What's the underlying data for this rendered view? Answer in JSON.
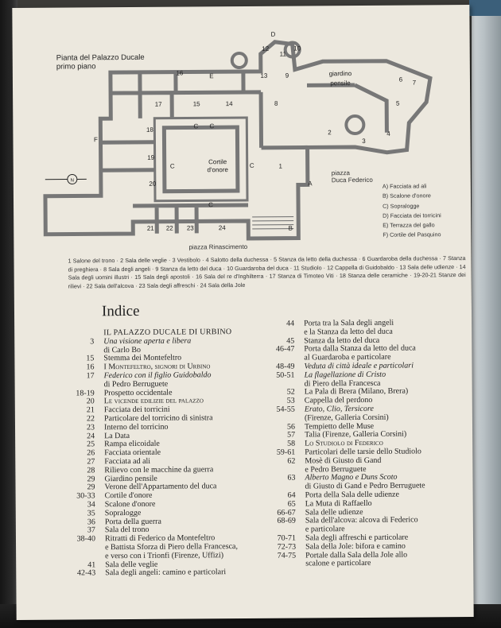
{
  "plan": {
    "title_line1": "Pianta del Palazzo Ducale",
    "title_line2": "primo piano",
    "rooms": [
      "D",
      "12",
      "11",
      "10",
      "16",
      "E",
      "13",
      "9",
      "giardino",
      "pensile",
      "7",
      "6",
      "5",
      "17",
      "15",
      "14",
      "8",
      "18",
      "C",
      "C",
      "2",
      "F",
      "3",
      "4",
      "19",
      "Cortile",
      "d'onore",
      "C",
      "C",
      "1",
      "A",
      "20",
      "N",
      "C",
      "21",
      "22",
      "23",
      "24",
      "B"
    ],
    "legend": [
      "A) Facciata ad ali",
      "B) Scalone d'onore",
      "C) Sopralogge",
      "D) Facciata dei torricini",
      "E) Terrazza del gallo",
      "F) Cortile del Pasquino"
    ],
    "piazza_federico_1": "piazza",
    "piazza_federico_2": "Duca Federico",
    "piazza_rinascimento": "piazza Rinascimento",
    "caption": "1 Salone del trono · 2 Sala delle veglie · 3 Vestibolo · 4 Salotto della duchessa · 5 Stanza da letto della duchessa · 6 Guardaroba della duchessa · 7 Stanza di preghiera · 8 Sala degli angeli · 9 Stanza da letto del duca · 10 Guardaroba del duca · 11 Studiolo · 12 Cappella di Guidobaldo · 13 Sala delle udienze · 14 Sala degli uomini illustri · 15 Sala degli apostoli · 16 Sala del re d'Inghilterra · 17 Stanza di Timoteo Viti · 18 Stanza delle ceramiche · 19-20-21 Stanze dei rilievi · 22 Sala dell'alcova · 23 Sala degli affreschi · 24 Sala della Jole"
  },
  "indice": {
    "title": "Indice",
    "left": [
      {
        "n": "",
        "t": "IL PALAZZO DUCALE DI URBINO",
        "s": "head"
      },
      {
        "n": "3",
        "t": "Una visione aperta e libera",
        "s": "it"
      },
      {
        "n": "",
        "t": "di Carlo Bo",
        "s": ""
      },
      {
        "n": "15",
        "t": "Stemma dei Montefeltro",
        "s": ""
      },
      {
        "n": "16",
        "t": "I Montefeltro, signori di Urbino",
        "s": "sc"
      },
      {
        "n": "17",
        "t": "Federico con il figlio Guidobaldo",
        "s": "it"
      },
      {
        "n": "",
        "t": "di Pedro Berruguete",
        "s": ""
      },
      {
        "n": "18-19",
        "t": "Prospetto occidentale",
        "s": ""
      },
      {
        "n": "20",
        "t": "Le vicende edilizie del palazzo",
        "s": "sc"
      },
      {
        "n": "21",
        "t": "Facciata dei torricini",
        "s": ""
      },
      {
        "n": "22",
        "t": "Particolare del torricino di sinistra",
        "s": ""
      },
      {
        "n": "23",
        "t": "Interno del torricino",
        "s": ""
      },
      {
        "n": "24",
        "t": "La Data",
        "s": ""
      },
      {
        "n": "25",
        "t": "Rampa elicoidale",
        "s": ""
      },
      {
        "n": "26",
        "t": "Facciata orientale",
        "s": ""
      },
      {
        "n": "27",
        "t": "Facciata ad ali",
        "s": ""
      },
      {
        "n": "28",
        "t": "Rilievo con le macchine da guerra",
        "s": ""
      },
      {
        "n": "29",
        "t": "Giardino pensile",
        "s": ""
      },
      {
        "n": "29",
        "t": "Verone dell'Appartamento del duca",
        "s": ""
      },
      {
        "n": "30-33",
        "t": "Cortile d'onore",
        "s": ""
      },
      {
        "n": "34",
        "t": "Scalone d'onore",
        "s": ""
      },
      {
        "n": "35",
        "t": "Sopralogge",
        "s": ""
      },
      {
        "n": "36",
        "t": "Porta della guerra",
        "s": ""
      },
      {
        "n": "37",
        "t": "Sala del trono",
        "s": ""
      },
      {
        "n": "38-40",
        "t": "Ritratti di Federico da Montefeltro",
        "s": "mixed1"
      },
      {
        "n": "",
        "t": "e Battista Sforza di Piero della Francesca,",
        "s": "mixed2"
      },
      {
        "n": "",
        "t": "e verso con i Trionfi (Firenze, Uffizi)",
        "s": "mixed3"
      },
      {
        "n": "41",
        "t": "Sala delle veglie",
        "s": ""
      },
      {
        "n": "42-43",
        "t": "Sala degli angeli: camino e particolari",
        "s": ""
      }
    ],
    "right": [
      {
        "n": "44",
        "t": "Porta tra la Sala degli angeli",
        "s": ""
      },
      {
        "n": "",
        "t": "e la Stanza da letto del duca",
        "s": ""
      },
      {
        "n": "45",
        "t": "Stanza da letto del duca",
        "s": ""
      },
      {
        "n": "46-47",
        "t": "Porta dalla Stanza da letto del duca",
        "s": ""
      },
      {
        "n": "",
        "t": "al Guardaroba  e particolare",
        "s": ""
      },
      {
        "n": "48-49",
        "t": "Veduta di città ideale e particolari",
        "s": "it"
      },
      {
        "n": "50-51",
        "t": "La flagellazione di Cristo",
        "s": "it"
      },
      {
        "n": "",
        "t": "di Piero della Francesca",
        "s": ""
      },
      {
        "n": "52",
        "t": "La Pala di Brera (Milano, Brera)",
        "s": "mixed4"
      },
      {
        "n": "53",
        "t": "Cappella del perdono",
        "s": ""
      },
      {
        "n": "54-55",
        "t": "Erato, Clio, Tersicore",
        "s": "it"
      },
      {
        "n": "",
        "t": "(Firenze, Galleria Corsini)",
        "s": ""
      },
      {
        "n": "56",
        "t": "Tempietto delle Muse",
        "s": ""
      },
      {
        "n": "57",
        "t": "Talia (Firenze, Galleria Corsini)",
        "s": "mixed5"
      },
      {
        "n": "58",
        "t": "Lo Studiolo di Federico",
        "s": "sc"
      },
      {
        "n": "59-61",
        "t": "Particolari delle tarsie dello Studiolo",
        "s": ""
      },
      {
        "n": "62",
        "t": "Mosè di Giusto di Gand",
        "s": "mixed6"
      },
      {
        "n": "",
        "t": "e Pedro Berruguete",
        "s": ""
      },
      {
        "n": "63",
        "t": "Alberto Magno e Duns Scoto",
        "s": "it"
      },
      {
        "n": "",
        "t": "di Giusto di Gand e Pedro Berruguete",
        "s": ""
      },
      {
        "n": "64",
        "t": "Porta della Sala delle udienze",
        "s": ""
      },
      {
        "n": "65",
        "t": "La Muta di Raffaello",
        "s": "mixed7"
      },
      {
        "n": "66-67",
        "t": "Sala delle udienze",
        "s": ""
      },
      {
        "n": "68-69",
        "t": "Sala dell'alcova: alcova di Federico",
        "s": ""
      },
      {
        "n": "",
        "t": "e particolare",
        "s": ""
      },
      {
        "n": "70-71",
        "t": "Sala degli affreschi e particolare",
        "s": ""
      },
      {
        "n": "72-73",
        "t": "Sala della Jole: bifora e camino",
        "s": ""
      },
      {
        "n": "74-75",
        "t": "Portale dalla Sala della Jole allo",
        "s": ""
      },
      {
        "n": "",
        "t": "scalone e particolare",
        "s": ""
      }
    ]
  },
  "colors": {
    "page": "#ece8de",
    "ink": "#222222",
    "plan_fill": "#8a8a8a"
  }
}
